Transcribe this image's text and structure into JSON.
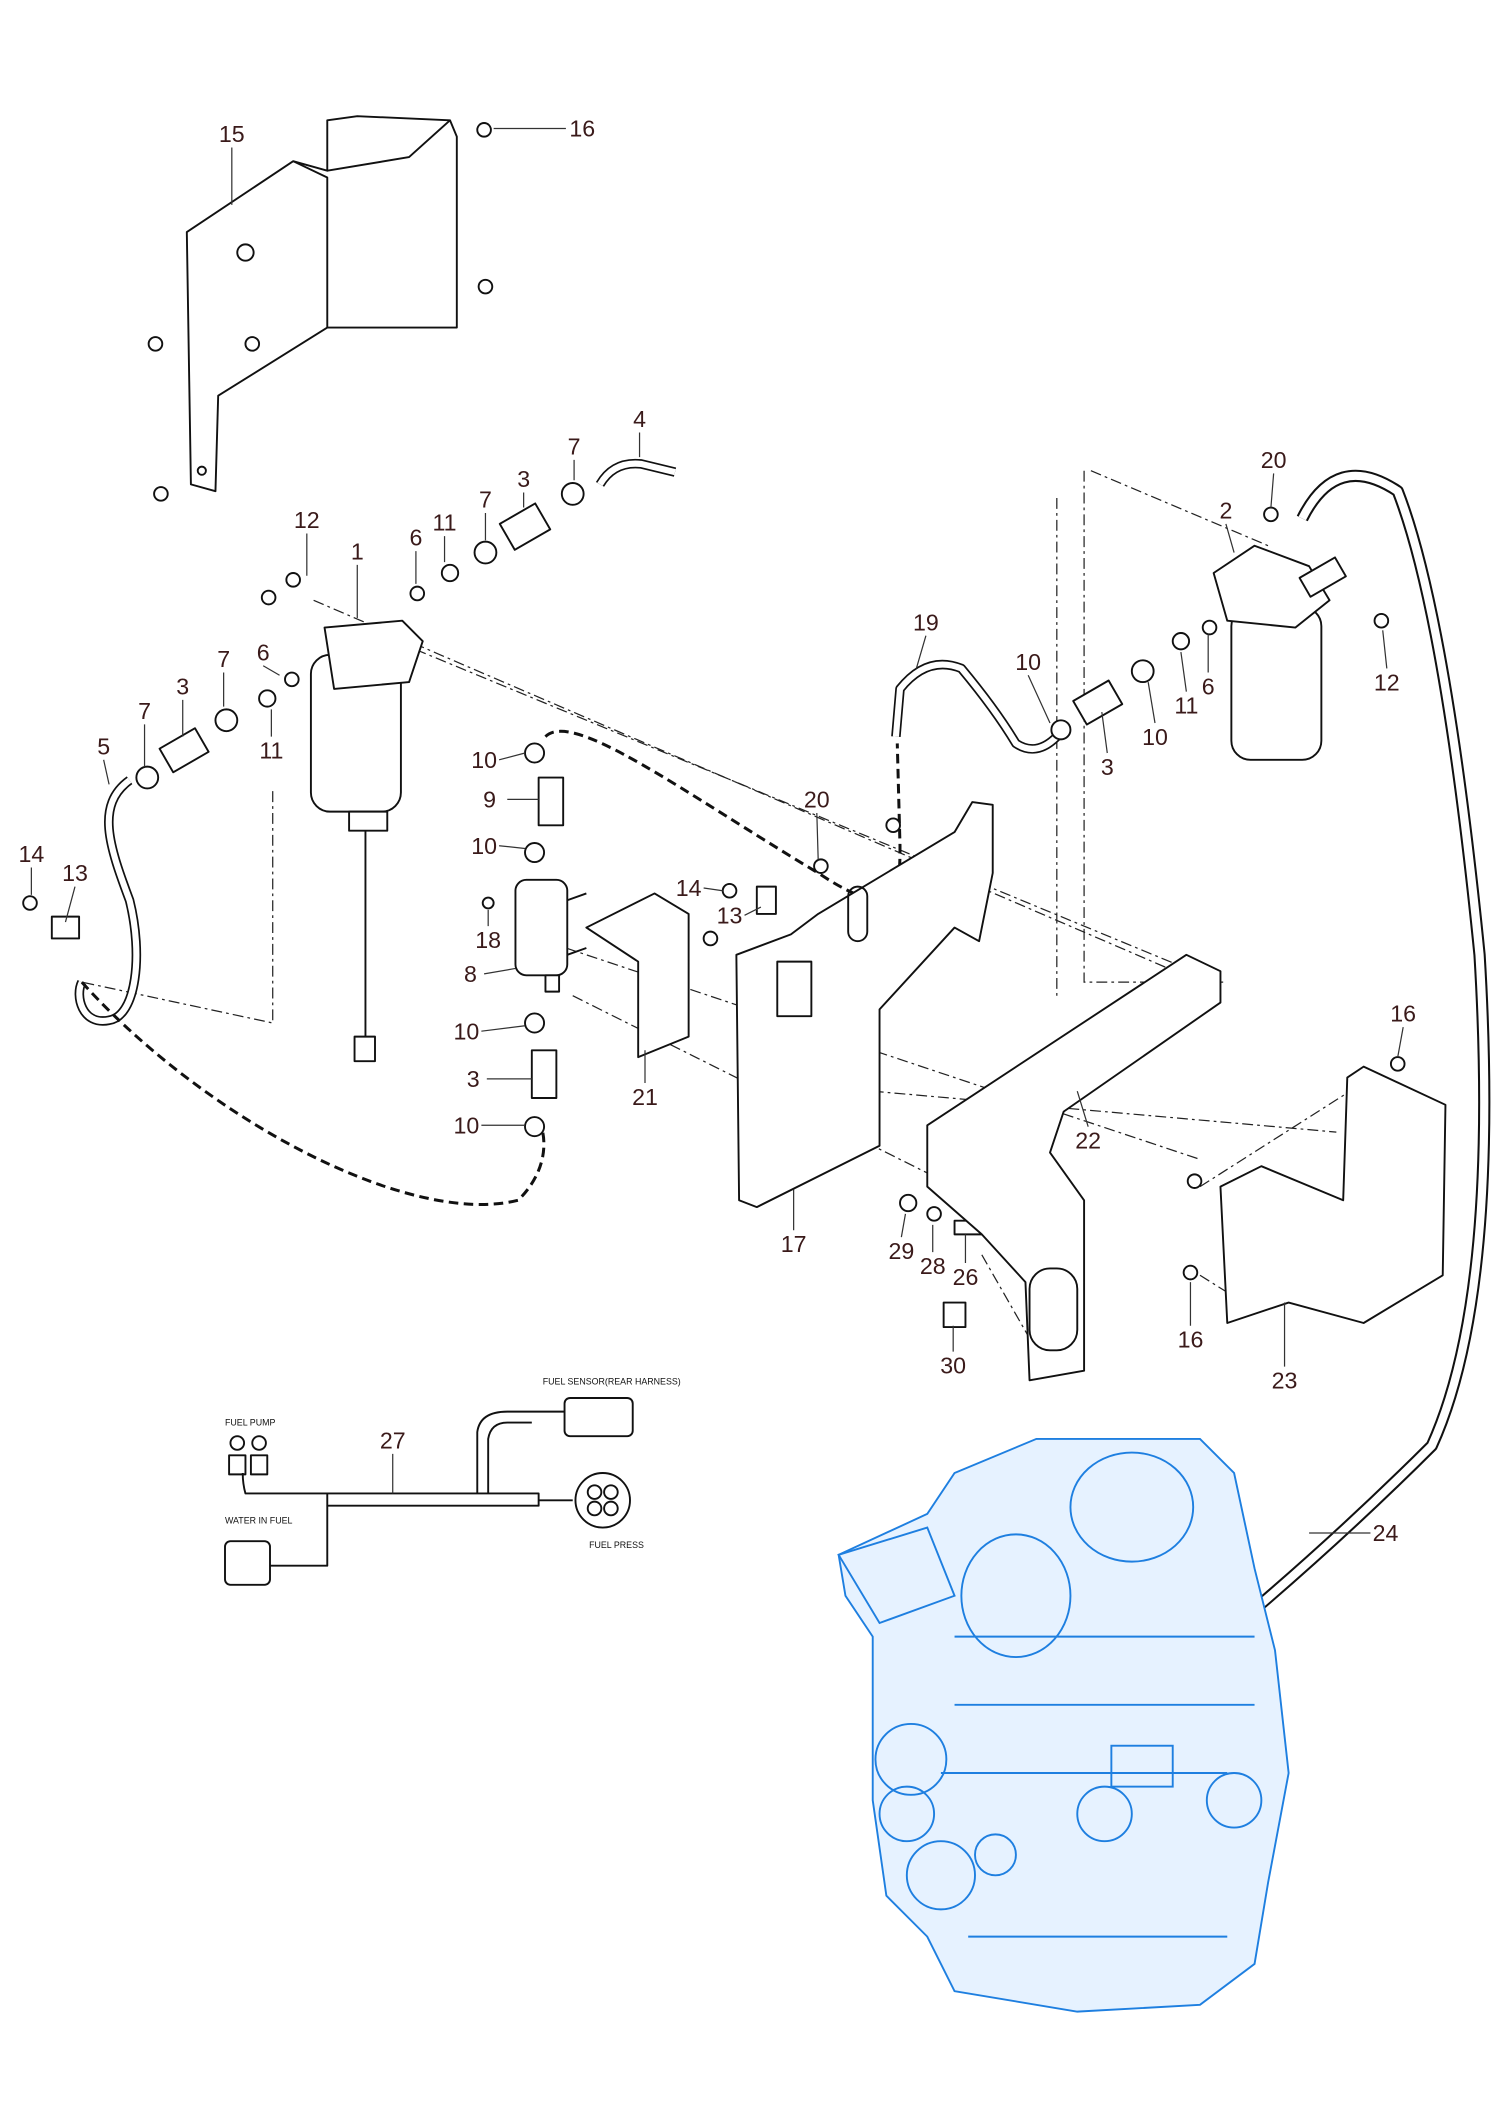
{
  "diagram": {
    "callouts": [
      "15",
      "16",
      "4",
      "7",
      "3",
      "7",
      "11",
      "6",
      "12",
      "1",
      "6",
      "7",
      "3",
      "7",
      "11",
      "5",
      "14",
      "13",
      "10",
      "9",
      "10",
      "18",
      "8",
      "10",
      "3",
      "10",
      "21",
      "14",
      "13",
      "20",
      "17",
      "19",
      "10",
      "3",
      "10",
      "11",
      "6",
      "20",
      "2",
      "12",
      "22",
      "29",
      "28",
      "26",
      "30",
      "16",
      "16",
      "23",
      "24",
      "27"
    ],
    "harness": {
      "fuel_pump": "FUEL PUMP",
      "water_in_fuel": "WATER IN FUEL",
      "fuel_sensor": "FUEL SENSOR(REAR HARNESS)",
      "fuel_press": "FUEL PRESS"
    },
    "colors": {
      "outline": "#111111",
      "engine": "#1e7fe0",
      "callout": "#3a1a1a"
    }
  }
}
